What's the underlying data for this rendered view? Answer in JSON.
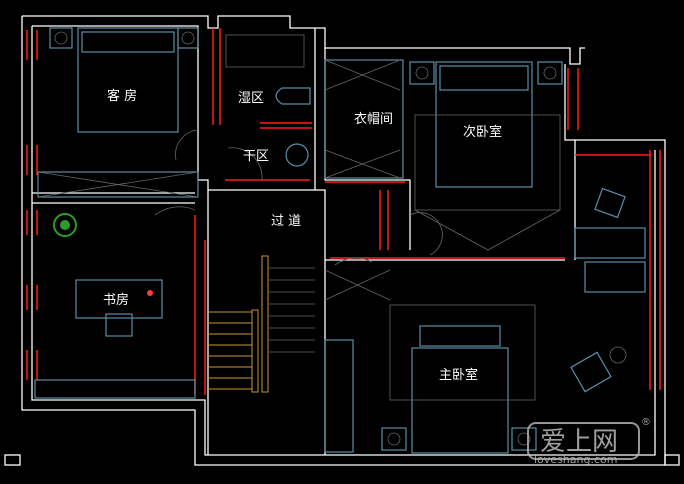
{
  "rooms": {
    "guest_room": "客 房",
    "wet_zone": "湿区",
    "cloakroom": "衣帽间",
    "second_bedroom": "次卧室",
    "dry_zone": "干区",
    "corridor": "过 道",
    "study": "书房",
    "master_bedroom": "主卧室"
  },
  "watermark": {
    "logo": "爱上网",
    "site": "loveshang.com",
    "mark": "®"
  },
  "colors": {
    "wall": "#ffffff",
    "furniture": "#5a8ea6",
    "window": "#ff1a1a",
    "stair": "#c8962e"
  }
}
